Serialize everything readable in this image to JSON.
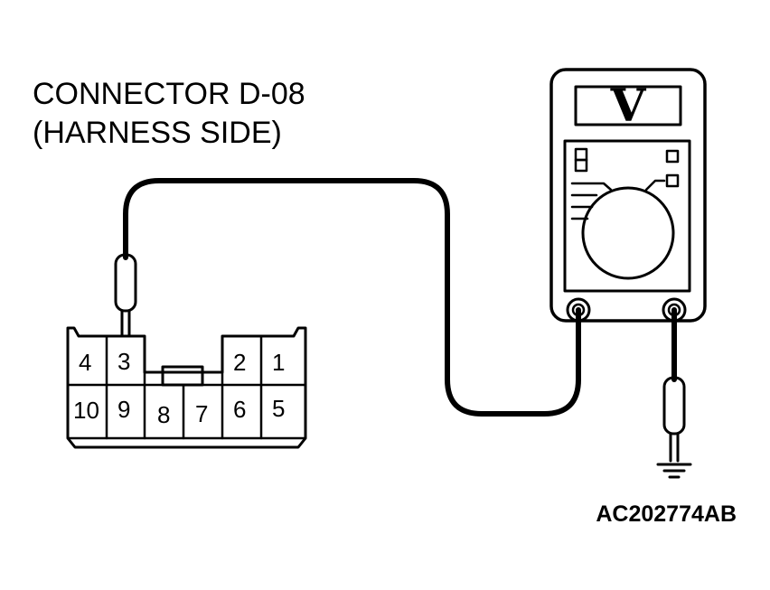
{
  "title": {
    "line1": "CONNECTOR D-08",
    "line2": "(HARNESS SIDE)"
  },
  "meter": {
    "display": "V"
  },
  "connector": {
    "top_left_pins": [
      "4",
      "3"
    ],
    "top_right_pins": [
      "2",
      "1"
    ],
    "bottom_pins": [
      "10",
      "9",
      "8",
      "7",
      "6",
      "5"
    ]
  },
  "figure_code": "AC202774AB"
}
